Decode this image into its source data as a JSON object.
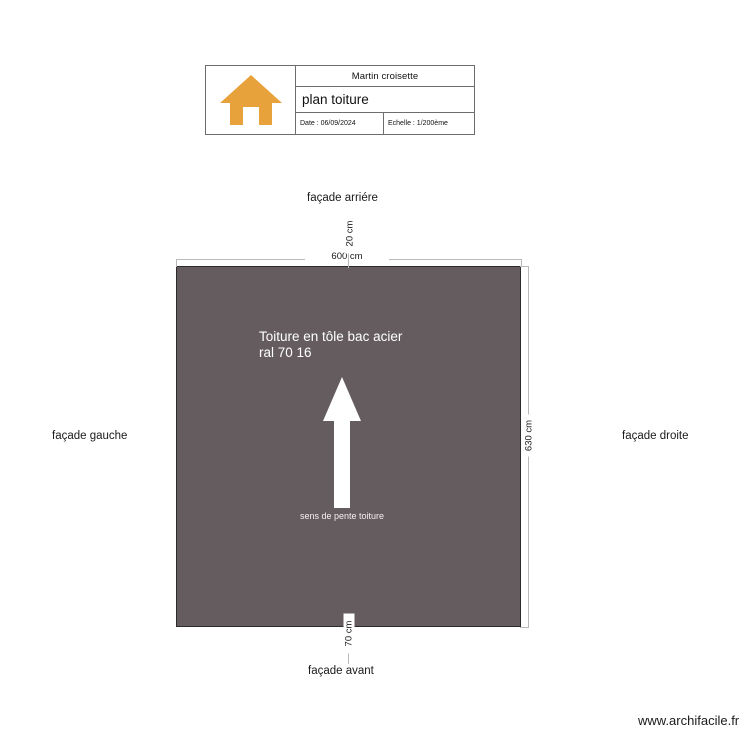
{
  "title_block": {
    "logo_icon": "house-icon",
    "logo_color": "#e8a23c",
    "client": "Martin croisette",
    "plan_title": "plan toiture",
    "date": "Date : 06/09/2024",
    "scale": "Echelle : 1/200ème"
  },
  "plan": {
    "roof_color": "#655c60",
    "roof_label": "Toiture en tôle bac acier\nral 70 16",
    "slope_label": "sens de pente toiture",
    "arrow_icon": "up-arrow-icon",
    "arrow_color": "#ffffff"
  },
  "dimensions": {
    "top_width": "600 cm",
    "top_offset": "20 cm",
    "right_height": "630 cm",
    "bottom_offset": "70 cm"
  },
  "facades": {
    "back": "façade arriére",
    "left": "façade gauche",
    "right": "façade droite",
    "front": "façade avant"
  },
  "footer": {
    "url": "www.archifacile.fr"
  }
}
